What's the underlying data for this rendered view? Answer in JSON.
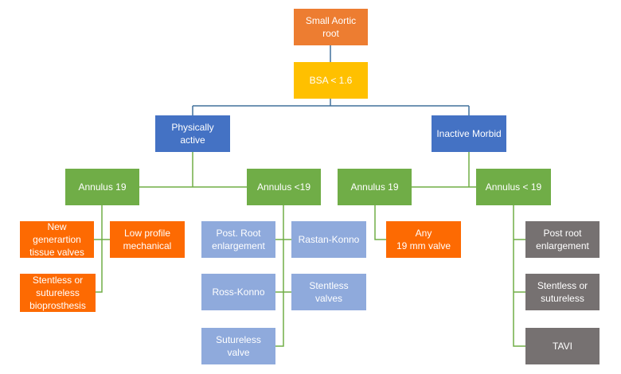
{
  "colors": {
    "root": "#ed7d31",
    "bsa": "#ffc000",
    "activity": "#4472c4",
    "annulus": "#70ad47",
    "active_option": "#fd6a02",
    "surgical_option": "#8faadc",
    "morbid_option": "#767171",
    "connector_blue": "#41719c",
    "connector_green": "#70ad47"
  },
  "root": {
    "label": "Small Aortic root"
  },
  "bsa": {
    "label": "BSA < 1.6"
  },
  "active": {
    "label": "Physically active",
    "annulus_19": {
      "label": "Annulus 19",
      "options": [
        "New generartion\ntissue valves",
        "Low profile\nmechanical",
        "Stentless or\nsutureless\nbioprosthesis"
      ]
    },
    "annulus_lt19": {
      "label": "Annulus <19",
      "options": [
        "Post. Root\nenlargement",
        "Rastan-Konno",
        "Ross-Konno",
        "Stentless valves",
        "Sutureless valve"
      ]
    }
  },
  "inactive": {
    "label": "Inactive Morbid",
    "annulus_19": {
      "label": "Annulus 19",
      "options": [
        "Any\n19 mm valve"
      ]
    },
    "annulus_lt19": {
      "label": "Annulus < 19",
      "options": [
        "Post root\nenlargement",
        "Stentless or\nsutureless",
        "TAVI"
      ]
    }
  }
}
